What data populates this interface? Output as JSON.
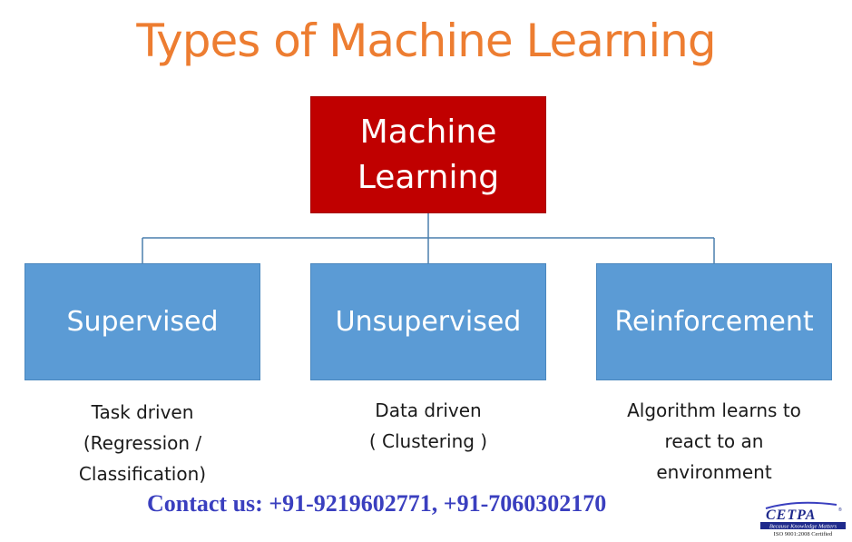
{
  "title": "Types of Machine Learning",
  "root": {
    "line1": "Machine",
    "line2": "Learning"
  },
  "categories": [
    {
      "label": "Supervised",
      "description": [
        "Task driven",
        "(Regression /",
        "Classification)"
      ]
    },
    {
      "label": "Unsupervised",
      "description": [
        "Data driven",
        "( Clustering )"
      ]
    },
    {
      "label": "Reinforcement",
      "description": [
        "Algorithm learns to",
        "react to an",
        "environment"
      ]
    }
  ],
  "contact": "Contact us: +91-9219602771, +91-7060302170",
  "logo": {
    "name": "CETPA",
    "tagline": "Because Knowledge Matters",
    "cert": "ISO 9001:2008 Certified"
  },
  "colors": {
    "title": "#ed7d31",
    "root_fill": "#c00000",
    "child_fill": "#5b9bd5",
    "connector": "#4a7fae",
    "contact": "#3a3fbf"
  }
}
